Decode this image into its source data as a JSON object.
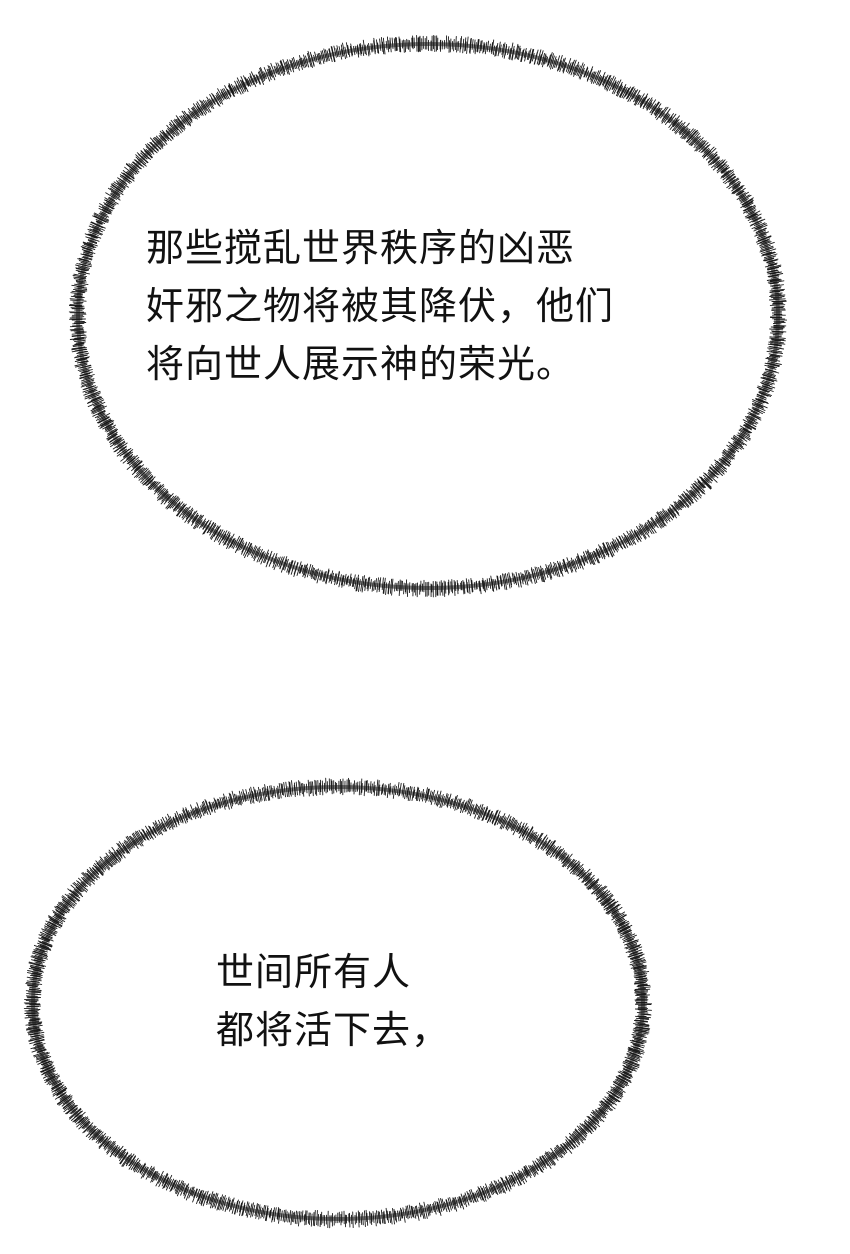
{
  "bubbles": [
    {
      "lines": [
        "那些搅乱世界秩序的凶恶",
        "奸邪之物将被其降伏，他们",
        "将向世人展示神的荣光。"
      ]
    },
    {
      "lines": [
        "世间所有人",
        "都将活下去，"
      ]
    }
  ],
  "colors": {
    "background": "#ffffff",
    "text": "#111111",
    "bubble_border": "#1a1a1a"
  }
}
